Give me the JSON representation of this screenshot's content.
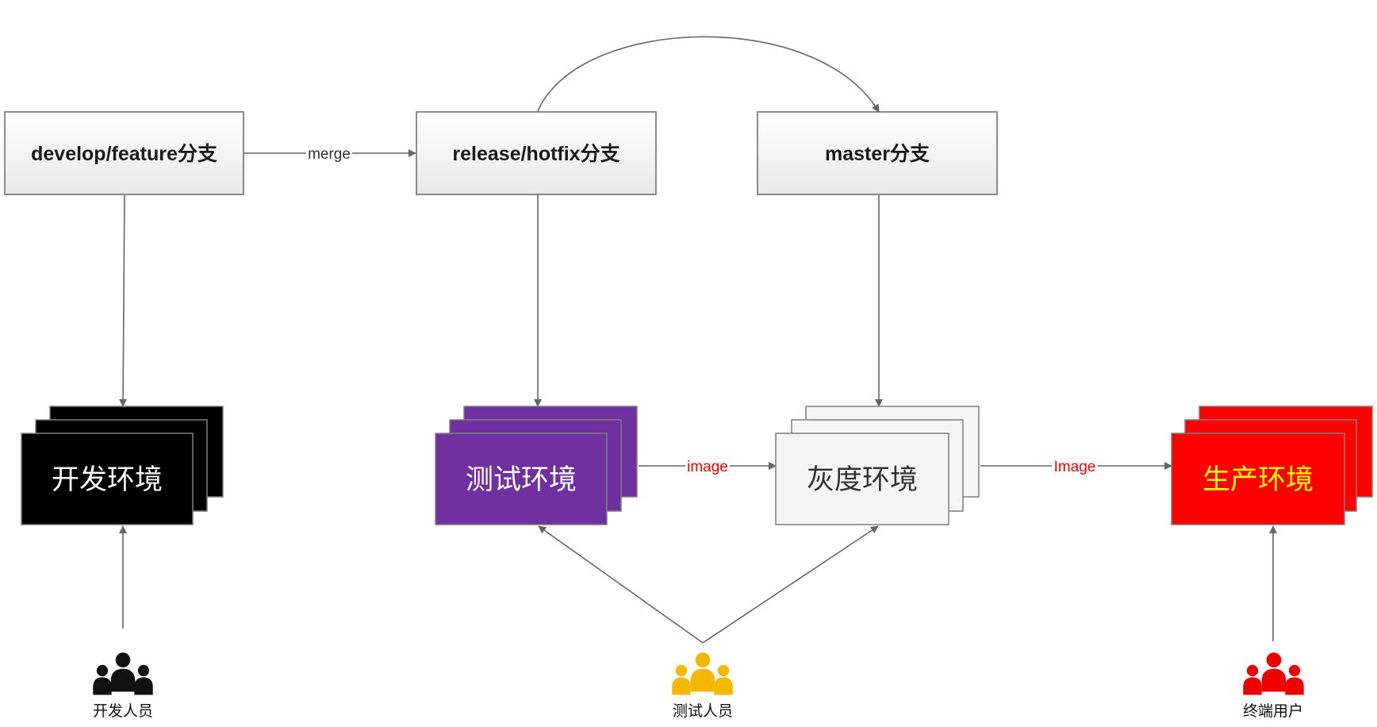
{
  "branches": {
    "develop": "develop/feature分支",
    "release": "release/hotfix分支",
    "master": "master分支"
  },
  "environments": {
    "dev": {
      "label": "开发环境",
      "fill": "#000000",
      "text_color": "#ffffff"
    },
    "test": {
      "label": "测试环境",
      "fill": "#7030a0",
      "text_color": "#ffffff"
    },
    "gray": {
      "label": "灰度环境",
      "fill": "#f5f5f5",
      "text_color": "#333333"
    },
    "prod": {
      "label": "生产环境",
      "fill": "#ff0000",
      "text_color": "#ffff00"
    }
  },
  "edge_labels": {
    "merge": "merge",
    "image_test_to_gray": "image",
    "image_gray_to_prod": "Image"
  },
  "actors": {
    "developers": {
      "label": "开发人员",
      "color": "#111111"
    },
    "testers": {
      "label": "测试人员",
      "color": "#f5b800"
    },
    "end_users": {
      "label": "终端用户",
      "color": "#ee0000"
    }
  },
  "colors": {
    "edge": "#666666",
    "edge_label_red": "#ff0000",
    "branch_fill_top": "#ffffff",
    "branch_fill_bottom": "#e9e9e9",
    "branch_stroke": "#666666"
  }
}
